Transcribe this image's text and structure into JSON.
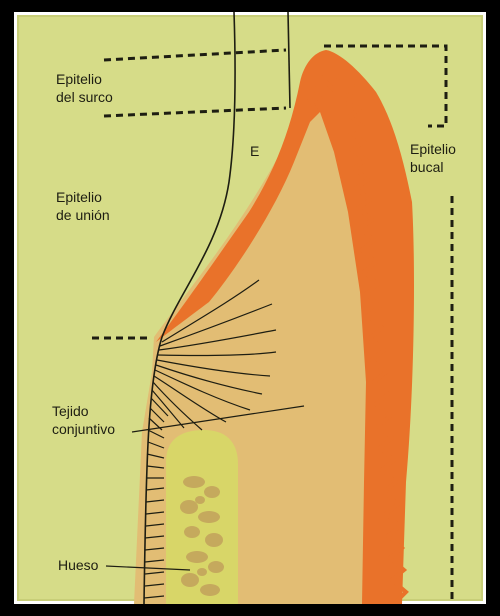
{
  "labels": {
    "epitelio_surco_l1": "Epitelio",
    "epitelio_surco_l2": "del surco",
    "epitelio_union_l1": "Epitelio",
    "epitelio_union_l2": "de unión",
    "e_marker": "E",
    "epitelio_bucal_l1": "Epitelio",
    "epitelio_bucal_l2": "bucal",
    "tejido_l1": "Tejido",
    "tejido_l2": "conjuntivo",
    "hueso": "Hueso"
  },
  "colors": {
    "background": "#d6dc88",
    "epithelium": "#e9722a",
    "connective_tissue": "#e2bd74",
    "bone": "#d8d668",
    "bone_trabeculae": "#c2a25c",
    "line": "#1e1e12"
  }
}
